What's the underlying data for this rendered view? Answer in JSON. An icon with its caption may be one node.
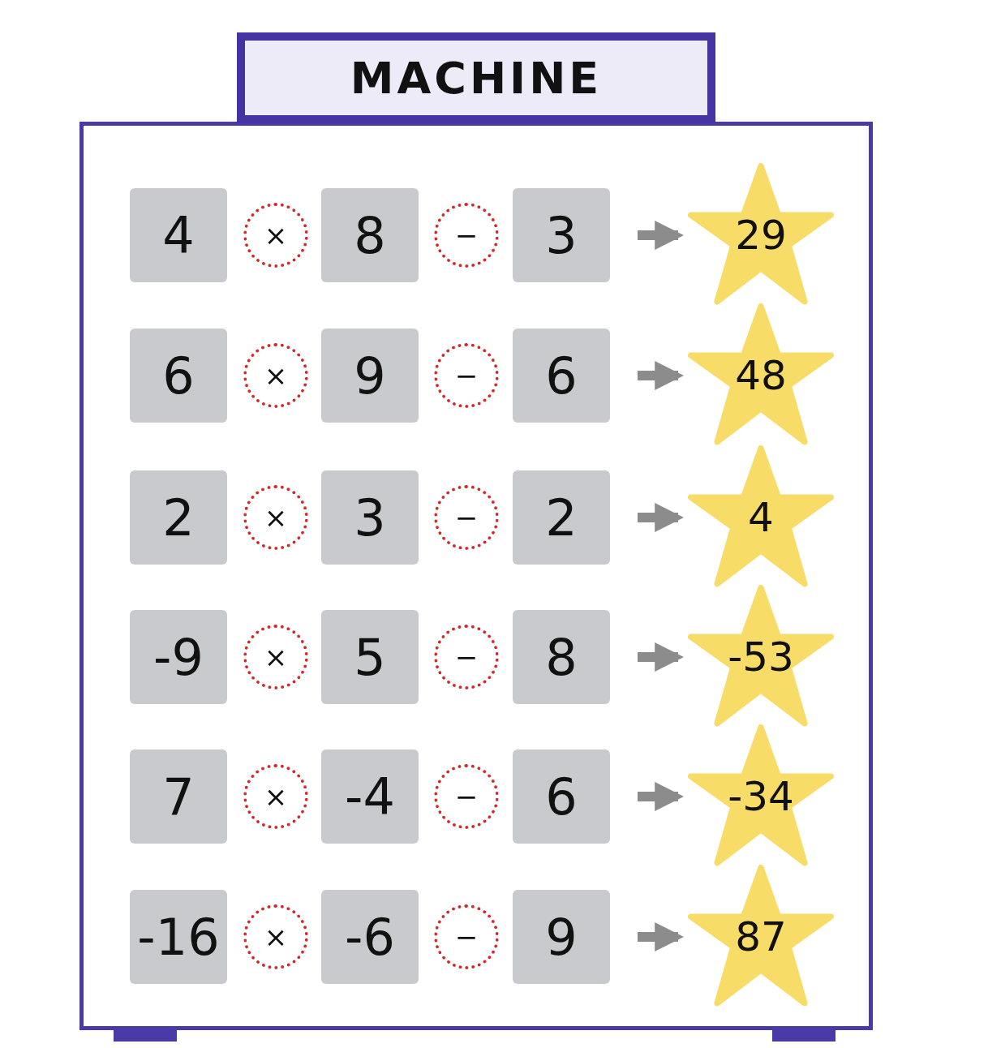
{
  "diagram": {
    "nodes": [
      {
        "text": [
          "MACHINE"
        ]
      },
      {
        "text": [
          "4"
        ],
        "in": 0
      },
      {
        "text": [
          "×"
        ],
        "in": 0
      },
      {
        "text": [
          "8"
        ],
        "in": 0
      },
      {
        "text": [
          "−"
        ],
        "in": 0
      },
      {
        "text": [
          "3"
        ],
        "in": 0
      },
      {
        "text": [
          "29"
        ],
        "in": 0
      },
      {
        "text": [
          "6"
        ],
        "in": 0
      },
      {
        "text": [
          "×"
        ],
        "in": 0
      },
      {
        "text": [
          "9"
        ],
        "in": 0
      },
      {
        "text": [
          "−"
        ],
        "in": 0
      },
      {
        "text": [
          "6"
        ],
        "in": 0
      },
      {
        "text": [
          "48"
        ],
        "in": 0
      },
      {
        "text": [
          "2"
        ],
        "in": 0
      },
      {
        "text": [
          "×"
        ],
        "in": 0
      },
      {
        "text": [
          "3"
        ],
        "in": 0
      },
      {
        "text": [
          "−"
        ],
        "in": 0
      },
      {
        "text": [
          "2"
        ],
        "in": 0
      },
      {
        "text": [
          "4"
        ],
        "in": 0
      },
      {
        "text": [
          "-9"
        ],
        "in": 0
      },
      {
        "text": [
          "×"
        ],
        "in": 0
      },
      {
        "text": [
          "5"
        ],
        "in": 0
      },
      {
        "text": [
          "−"
        ],
        "in": 0
      },
      {
        "text": [
          "8"
        ],
        "in": 0
      },
      {
        "text": [
          "-53"
        ],
        "in": 0
      },
      {
        "text": [
          "7"
        ],
        "in": 0
      },
      {
        "text": [
          "×"
        ],
        "in": 0
      },
      {
        "text": [
          "-4"
        ],
        "in": 0
      },
      {
        "text": [
          "−"
        ],
        "in": 0
      },
      {
        "text": [
          "6"
        ],
        "in": 0
      },
      {
        "text": [
          "-34"
        ],
        "in": 0
      },
      {
        "text": [
          "-16"
        ],
        "in": 0
      },
      {
        "text": [
          "×"
        ],
        "in": 0
      },
      {
        "text": [
          "-6"
        ],
        "in": 0
      },
      {
        "text": [
          "−"
        ],
        "in": 0
      },
      {
        "text": [
          "9"
        ],
        "in": 0
      },
      {
        "text": [
          "87"
        ],
        "in": 0
      }
    ],
    "edges": [
      {
        "from": 5,
        "to": 6,
        "arrow": "to"
      },
      {
        "from": 11,
        "to": 12,
        "arrow": "to"
      },
      {
        "from": 17,
        "to": 18,
        "arrow": "to"
      },
      {
        "from": 23,
        "to": 24,
        "arrow": "to"
      },
      {
        "from": 29,
        "to": 30,
        "arrow": "to"
      },
      {
        "from": 35,
        "to": 36,
        "arrow": "to"
      }
    ]
  }
}
